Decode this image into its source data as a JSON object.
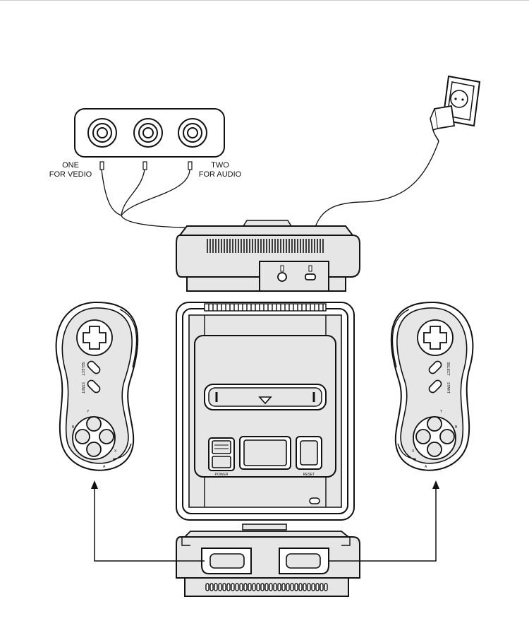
{
  "labels": {
    "video_line1": "ONE",
    "video_line2": "FOR VEDIO",
    "audio_line1": "TWO",
    "audio_line2": "FOR AUDIO"
  },
  "controller_left": {
    "select": "SELECT",
    "start": "START",
    "buttons": {
      "x": "X",
      "y": "Y",
      "a": "A",
      "b": "B"
    }
  },
  "controller_right": {
    "select": "SELECT",
    "start": "START",
    "buttons": {
      "x": "X",
      "y": "Y",
      "a": "A",
      "b": "B"
    }
  },
  "console": {
    "power": "POWER",
    "reset": "RESET"
  },
  "colors": {
    "body": "#e6e6e6",
    "line": "#111111",
    "background": "#ffffff"
  }
}
